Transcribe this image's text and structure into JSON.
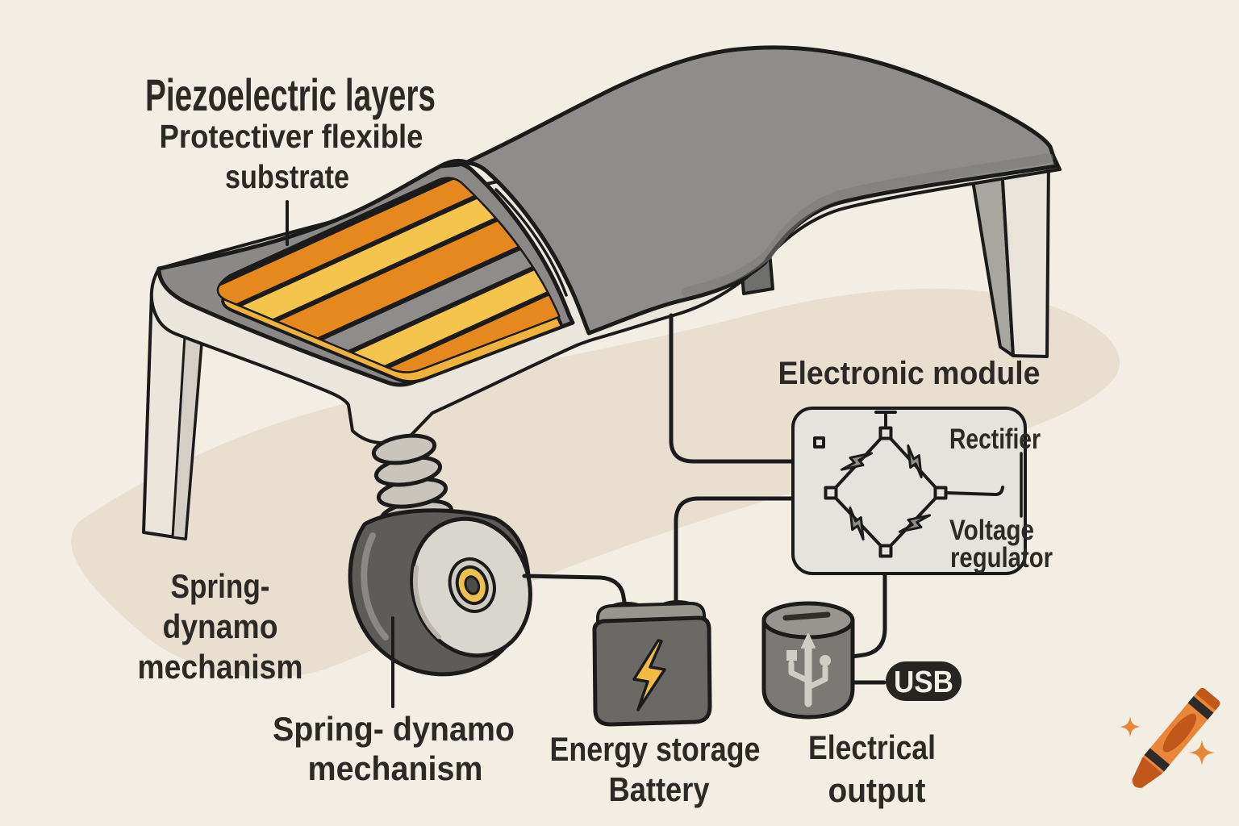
{
  "title": "Piezoelectric energy harvesting bench diagram",
  "labels": {
    "piezo_layers": "Piezoelectric layers",
    "substrate_line1": "Protectiver flexible",
    "substrate_line2": "substrate",
    "electronic_module": "Electronic module",
    "rectifier": "Rectifier",
    "voltage_line1": "Voltage",
    "voltage_line2": "regulator",
    "spring_left_line1": "Spring-",
    "spring_left_line2": "dynamo",
    "spring_left_line3": "mechanism",
    "spring_bottom_line1": "Spring- dynamo",
    "spring_bottom_line2": "mechanism",
    "battery_line1": "Energy storage",
    "battery_line2": "Battery",
    "output_line1": "Electrical",
    "output_line2": "output",
    "usb_badge": "USB"
  },
  "colors": {
    "background": "#f3eee3",
    "shadow": "#e8dfcf",
    "outline": "#1b1b1b",
    "mattress_gray": "#8e8d8b",
    "end_cap_gray": "#8a8987",
    "frame_light": "#eae6dc",
    "stripe_orange": "#e5891f",
    "stripe_yellow": "#f5c44c",
    "stripe_gray": "#8e8d8b",
    "deck_under_yellow": "#efb23c",
    "spring_gray": "#c9c5bd",
    "dynamo_body": "#5d5c59",
    "dynamo_face": "#d9d6cf",
    "dynamo_ring_yellow": "#eec14f",
    "battery_body": "#6b6966",
    "bolt_yellow": "#f2bc43",
    "module_fill": "#e5e3de",
    "diode_gray": "#8f8e8a",
    "usb_pill_bg": "#262521",
    "usb_pill_text": "#f2efe7",
    "crayon_orange": "#ea8638",
    "crayon_dark_orange": "#c2571c"
  }
}
